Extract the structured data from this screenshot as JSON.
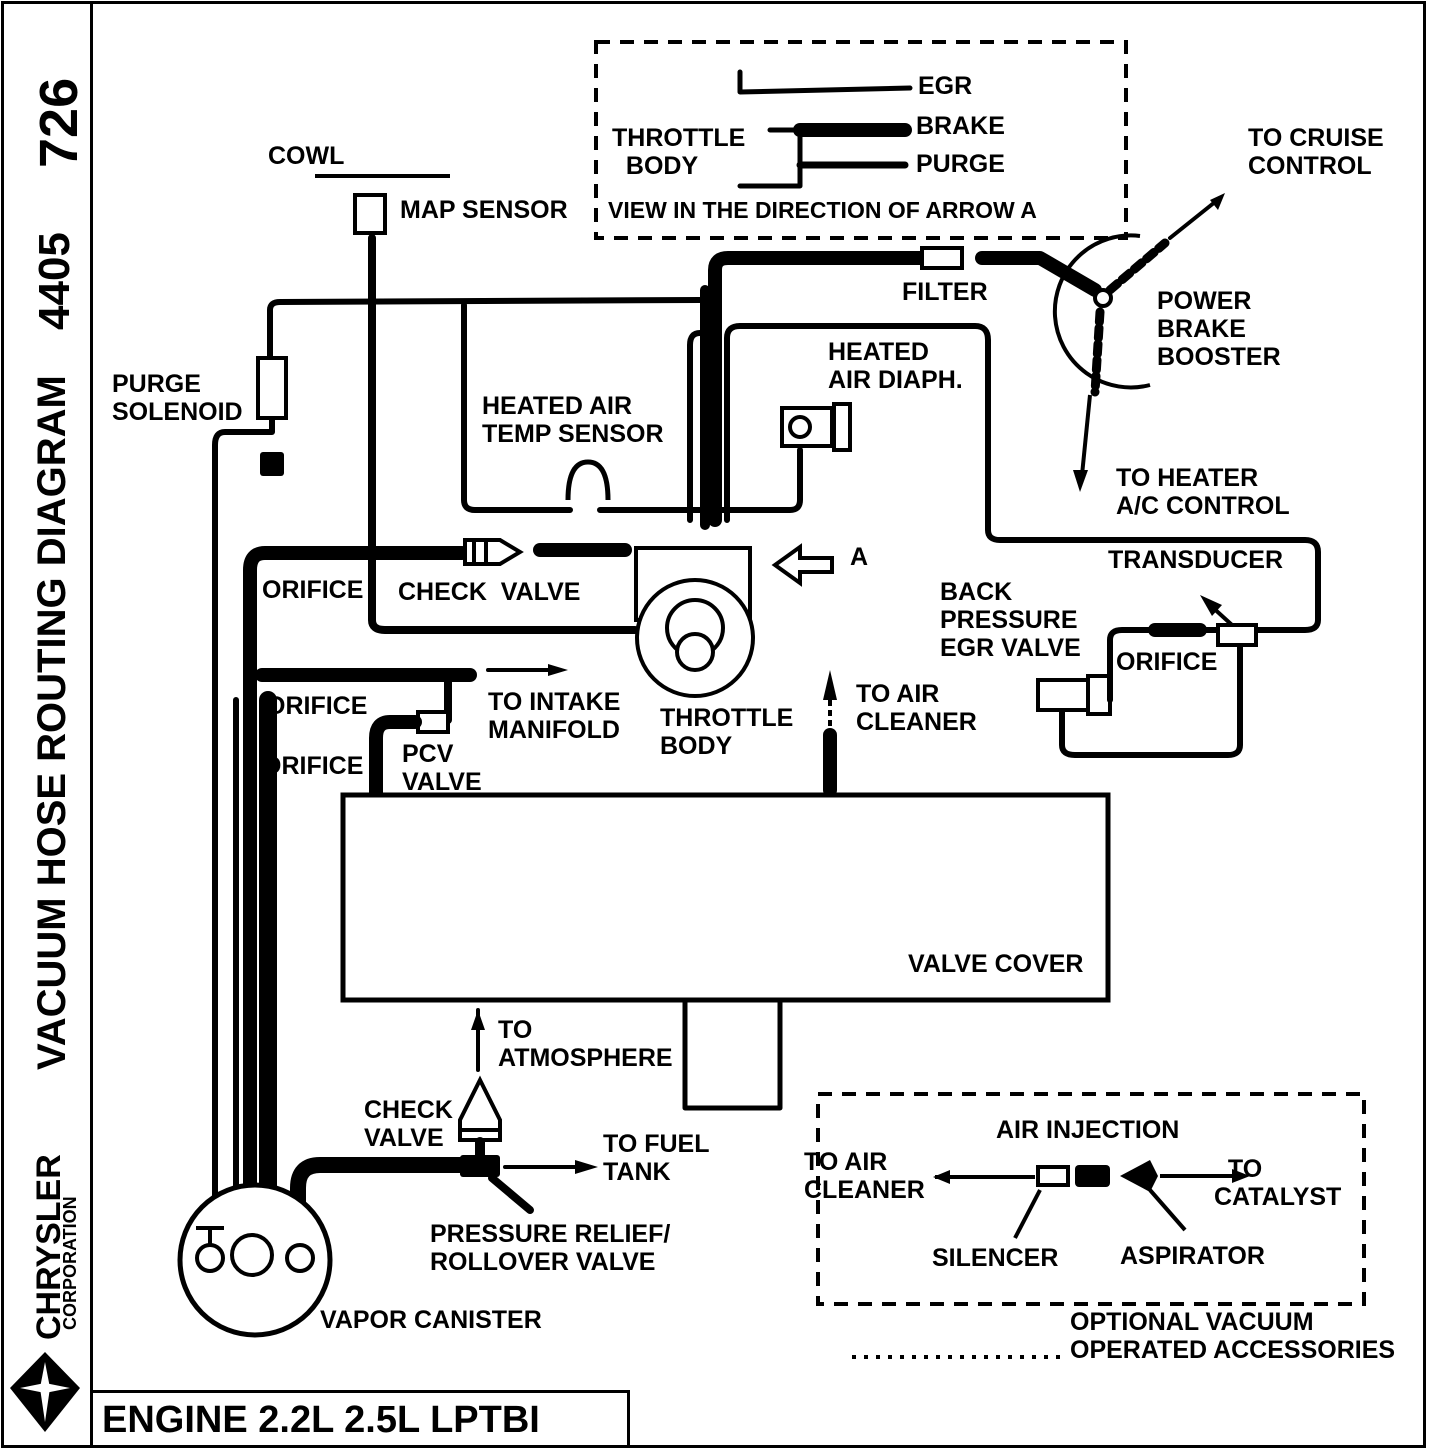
{
  "sidebar": {
    "number": "726",
    "code": "4405",
    "title": "VACUUM HOSE ROUTING DIAGRAM",
    "brand_name": "CHRYSLER",
    "brand_sub": "CORPORATION"
  },
  "footer": {
    "engine_label": "ENGINE 2.2L 2.5L LPTBI"
  },
  "inset_top": {
    "throttle_body": "THROTTLE\n  BODY",
    "egr": "EGR",
    "brake": "BRAKE",
    "purge": "PURGE",
    "caption": "VIEW IN THE DIRECTION OF ARROW A"
  },
  "labels": {
    "cowl": "COWL",
    "map_sensor": "MAP SENSOR",
    "purge_solenoid": "PURGE\nSOLENOID",
    "heated_air_temp_sensor": "HEATED AIR\nTEMP SENSOR",
    "heated_air_diaph": "HEATED\nAIR DIAPH.",
    "filter": "FILTER",
    "to_cruise_control": "TO CRUISE\nCONTROL",
    "power_brake_booster": "POWER\nBRAKE\nBOOSTER",
    "to_heater_ac_control": "TO HEATER\nA/C CONTROL",
    "transducer": "TRANSDUCER",
    "back_pressure_egr_valve": "BACK\nPRESSURE\nEGR VALVE",
    "orifice_egr": "ORIFICE",
    "arrow_a": "A",
    "orifice_1": "ORIFICE",
    "check_valve_1": "CHECK  VALVE",
    "orifice_2": "ORIFICE",
    "orifice_3": "ORIFICE",
    "to_intake_manifold": "TO INTAKE\nMANIFOLD",
    "throttle_body": "THROTTLE\nBODY",
    "to_air_cleaner": "TO AIR\nCLEANER",
    "pcv_valve": "PCV\nVALVE",
    "valve_cover": "VALVE COVER",
    "to_atmosphere": "TO\nATMOSPHERE",
    "check_valve_2": "CHECK\nVALVE",
    "to_fuel_tank": "TO FUEL\nTANK",
    "pressure_relief": "PRESSURE RELIEF/\nROLLOVER VALVE",
    "vapor_canister": "VAPOR CANISTER"
  },
  "inset_bottom": {
    "air_injection": "AIR INJECTION",
    "to_air_cleaner": "TO AIR\nCLEANER",
    "to_catalyst": "  TO\nCATALYST",
    "silencer": "SILENCER",
    "aspirator": "ASPIRATOR"
  },
  "legend": {
    "optional": "OPTIONAL VACUUM\nOPERATED ACCESSORIES"
  }
}
